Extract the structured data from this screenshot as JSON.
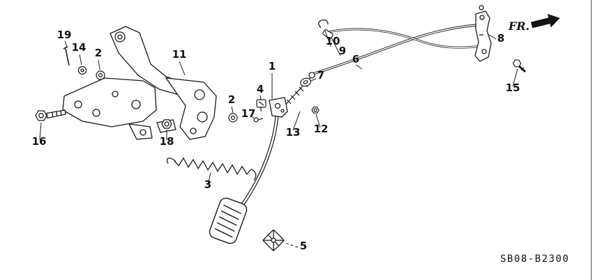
{
  "diagram": {
    "code": "SB08-B2300",
    "fr_label": "FR.",
    "colors": {
      "line": "#1a1a1a",
      "background": "#ffffff"
    },
    "labels": [
      {
        "text": "19"
      },
      {
        "text": "14"
      },
      {
        "text": "2"
      },
      {
        "text": "11"
      },
      {
        "text": "10"
      },
      {
        "text": "9"
      },
      {
        "text": "8"
      },
      {
        "text": "6"
      },
      {
        "text": "7"
      },
      {
        "text": "1"
      },
      {
        "text": "4"
      },
      {
        "text": "2"
      },
      {
        "text": "17"
      },
      {
        "text": "13"
      },
      {
        "text": "12"
      },
      {
        "text": "15"
      },
      {
        "text": "16"
      },
      {
        "text": "18"
      },
      {
        "text": "3"
      },
      {
        "text": "5"
      }
    ]
  }
}
